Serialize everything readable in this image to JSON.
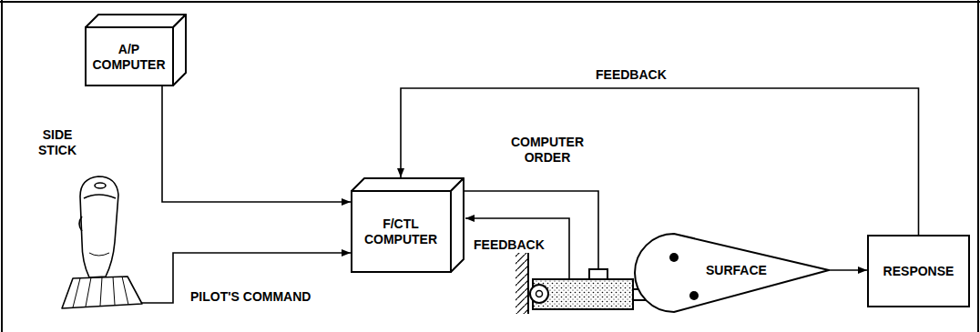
{
  "diagram": {
    "nodes": [
      {
        "text": [
          "A/P COMPUTER"
        ]
      },
      {
        "text": [
          "SIDE STICK"
        ]
      },
      {
        "text": [
          "F/CTL COMPUTER"
        ]
      },
      {
        "text": [
          "SURFACE"
        ]
      },
      {
        "text": [
          "RESPONSE"
        ]
      }
    ],
    "edges": [
      {
        "from": 0,
        "to": 2,
        "arrow": "to"
      },
      {
        "from": 1,
        "to": 2,
        "label": "PILOT'S COMMAND",
        "arrow": "to"
      },
      {
        "from": 3,
        "to": 4,
        "arrow": "to"
      },
      {
        "from": 4,
        "to": 2,
        "label": "FEEDBACK",
        "arrow": "to"
      }
    ],
    "labels": [
      "COMPUTER ORDER",
      "FEEDBACK"
    ]
  }
}
